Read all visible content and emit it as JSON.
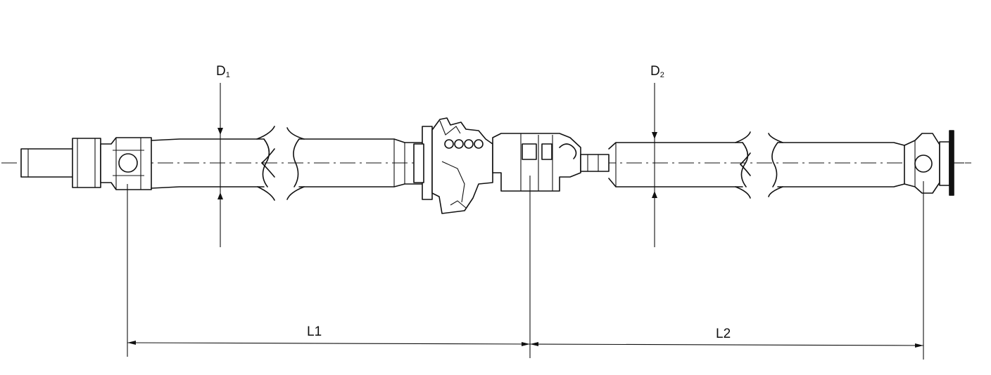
{
  "labels": {
    "d1_main": "D",
    "d1_sub": "1",
    "d2_main": "D",
    "d2_sub": "2",
    "l1": "L1",
    "l2": "L2"
  },
  "colors": {
    "line": "#111111",
    "background": "#ffffff"
  }
}
